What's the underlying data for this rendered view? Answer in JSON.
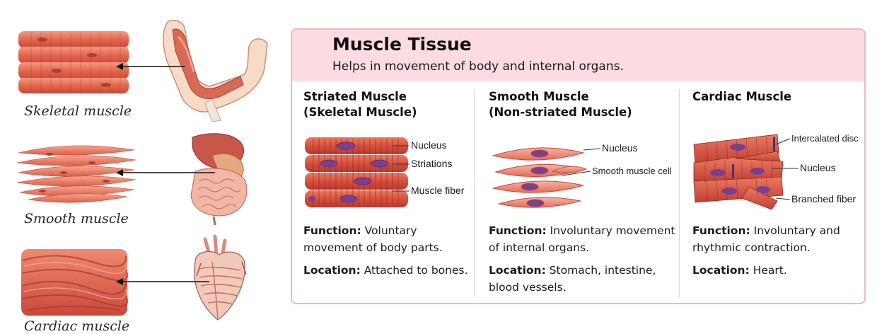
{
  "left_panel": {
    "items": [
      {
        "caption": "Skeletal muscle"
      },
      {
        "caption": "Smooth muscle"
      },
      {
        "caption": "Cardiac muscle"
      }
    ]
  },
  "card": {
    "title": "Muscle Tissue",
    "subtitle": "Helps in movement of body and internal organs.",
    "columns": [
      {
        "title": "Striated Muscle",
        "subtitle": "(Skeletal Muscle)",
        "labels": [
          "Nucleus",
          "Striations",
          "Muscle fiber"
        ],
        "function_label": "Function:",
        "function_text": "Voluntary movement of body parts.",
        "location_label": "Location:",
        "location_text": "Attached to bones."
      },
      {
        "title": "Smooth Muscle",
        "subtitle": "(Non-striated Muscle)",
        "labels": [
          "Nucleus",
          "Smooth muscle cell"
        ],
        "function_label": "Function:",
        "function_text": "Involuntary movement of internal organs.",
        "location_label": "Location:",
        "location_text": "Stomach, intestine, blood vessels."
      },
      {
        "title": "Cardiac Muscle",
        "subtitle": "",
        "labels": [
          "Intercalated disc",
          "Nucleus",
          "Branched fiber"
        ],
        "function_label": "Function:",
        "function_text": "Involuntary and rhythmic contraction.",
        "location_label": "Location:",
        "location_text": "Heart."
      }
    ]
  },
  "colors": {
    "muscle": "#d9573f",
    "muscle_light": "#f08a72",
    "muscle_dark": "#a8332a",
    "nucleus": "#7b3f8f",
    "header_bg": "#fcdce2",
    "card_border": "#f0b7c2"
  }
}
